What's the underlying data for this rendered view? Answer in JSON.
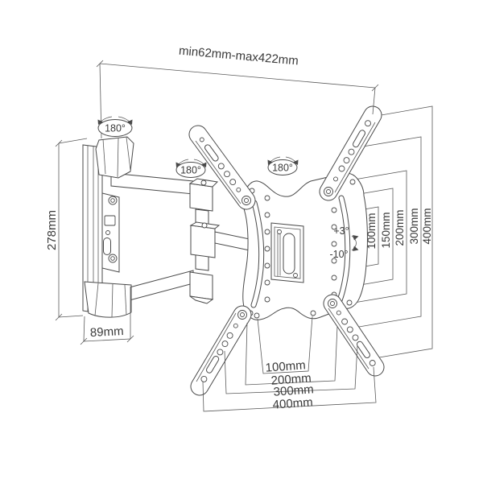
{
  "diagram": {
    "top_dimension_label": "min62mm-max422mm",
    "height_dimension_label": "278mm",
    "depth_dimension_label": "89mm",
    "swivel_badges": [
      {
        "label": "180°"
      },
      {
        "label": "180°"
      },
      {
        "label": "180°"
      }
    ],
    "tilt": {
      "up_label": "+3°",
      "down_label": "-10°"
    },
    "vesa_sizes_vertical": [
      "100mm",
      "150mm",
      "200mm",
      "300mm",
      "400mm"
    ],
    "vesa_sizes_horizontal": [
      "100mm",
      "200mm",
      "300mm",
      "400mm"
    ],
    "colors": {
      "line": "#4a4a4a",
      "text": "#3a3a3a",
      "background": "#ffffff"
    }
  }
}
